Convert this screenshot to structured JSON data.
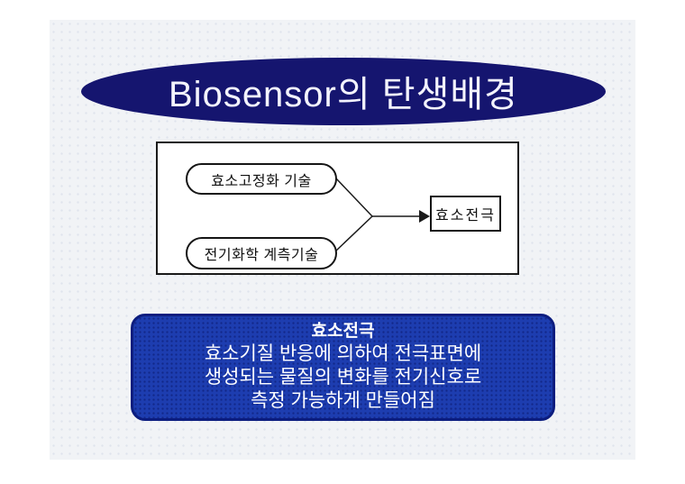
{
  "slide": {
    "title": "Biosensor의 탄생배경",
    "diagram": {
      "source_1": "효소고정화 기술",
      "source_2": "전기화학 계측기술",
      "result": "효소전극"
    },
    "callout": {
      "heading": "효소전극",
      "lines": [
        "효소기질 반응에 의하여 전극표면에",
        "생성되는 물질의 변화를 전기신호로",
        "측정 가능하게 만들어짐"
      ]
    },
    "colors": {
      "page_background": "#ffffff",
      "slide_background": "#f1f3f6",
      "title_ellipse_fill": "#15156f",
      "title_text": "#f3f3fd",
      "diagram_border": "#1a1a1a",
      "callout_fill": "#1d3db0",
      "callout_border": "#0c1d7f",
      "callout_text": "#ffffff"
    }
  }
}
